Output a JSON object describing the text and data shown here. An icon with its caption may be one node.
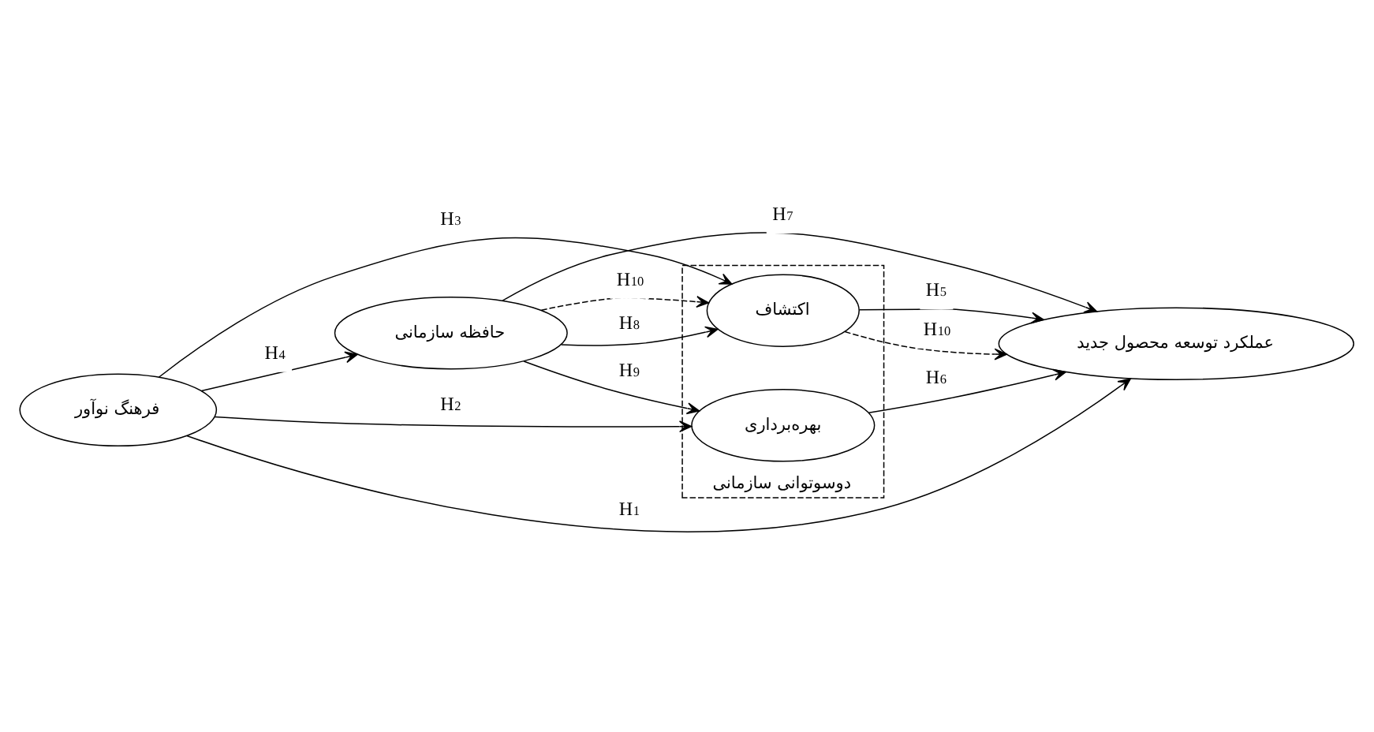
{
  "diagram": {
    "nodes": [
      {
        "text": [
          "حافظه سازمانی"
        ]
      },
      {
        "text": [
          "دوسوتوانی سازمانی"
        ]
      },
      {
        "text": [
          "اکتشاف"
        ],
        "in": 1
      },
      {
        "text": [
          "بهره‌برداری"
        ],
        "in": 1
      },
      {
        "text": [
          "عملکرد توسعه محصول جدید"
        ]
      },
      {
        "text": [
          "فرهنگ نوآور"
        ]
      }
    ],
    "edges": [
      {
        "from": 0,
        "to": 4,
        "arrow": "to",
        "label": "H$_{7}$"
      },
      {
        "from": 0,
        "to": 2,
        "arrow": "to",
        "label": "H$_{10}$",
        "style": "dashed"
      },
      {
        "from": 2,
        "to": 4,
        "arrow": "to",
        "label": "H$_{10}$",
        "style": "dashed"
      },
      {
        "from": 0,
        "to": 2,
        "arrow": "to",
        "label": "H$_{8}$"
      },
      {
        "from": 0,
        "to": 3,
        "arrow": "to",
        "label": "H$_{9}$"
      },
      {
        "from": 5,
        "to": 0,
        "arrow": "to",
        "label": "H$_{4}$"
      },
      {
        "from": 5,
        "to": 2,
        "arrow": "to",
        "label": "H$_{3}$"
      },
      {
        "from": 5,
        "to": 3,
        "arrow": "to",
        "label": "H$_{2}$"
      },
      {
        "from": 2,
        "to": 4,
        "arrow": "to",
        "label": "H$_{5}$"
      },
      {
        "from": 3,
        "to": 4,
        "arrow": "to",
        "label": "H$_{6}$"
      },
      {
        "from": 5,
        "to": 4,
        "arrow": "to",
        "label": "H$_{1}$"
      }
    ]
  }
}
